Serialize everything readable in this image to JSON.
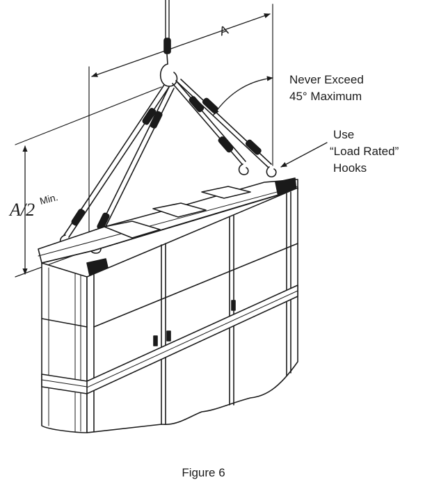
{
  "figure": {
    "caption": "Figure 6",
    "labels": {
      "dimension_a": "A",
      "dimension_a_half": "A/2",
      "min": "Min.",
      "angle_note_line1": "Never Exceed",
      "angle_note_line2": "45° Maximum",
      "hooks_note_line1": "Use",
      "hooks_note_line2": "“Load Rated”",
      "hooks_note_line3": "Hooks"
    },
    "ink_color": "#1a1a1a"
  }
}
